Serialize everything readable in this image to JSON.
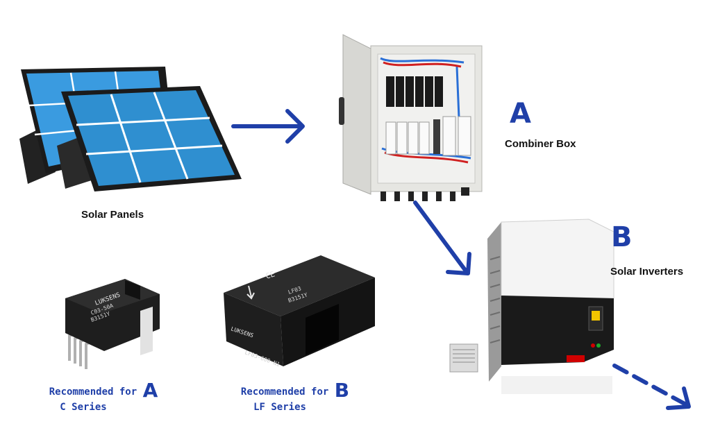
{
  "colors": {
    "accent": "#1f3fa8",
    "panel_blue": "#2f8fd0",
    "text": "#111111"
  },
  "solar_panels": {
    "label": "Solar Panels",
    "icon": "solar-panel-icon"
  },
  "combiner_box": {
    "label": "Combiner Box",
    "letter": "A",
    "icon": "combiner-box-icon"
  },
  "inverter": {
    "label": "Solar Inverters",
    "letter": "B",
    "icon": "inverter-icon"
  },
  "sensor_a": {
    "recommended_text": "Recommended for",
    "letter": "A",
    "series": "C Series",
    "brand": "LUKSENS",
    "model": "C03-50A",
    "code": "B3151Y",
    "icon": "current-sensor-icon"
  },
  "sensor_b": {
    "recommended_text": "Recommended for",
    "letter": "B",
    "series": "LF Series",
    "brand": "LUKSENS",
    "model": "LF03",
    "code": "B3151Y",
    "mark": "CE",
    "bottom_label": "LF03-600-N1",
    "icon": "current-sensor-icon"
  }
}
